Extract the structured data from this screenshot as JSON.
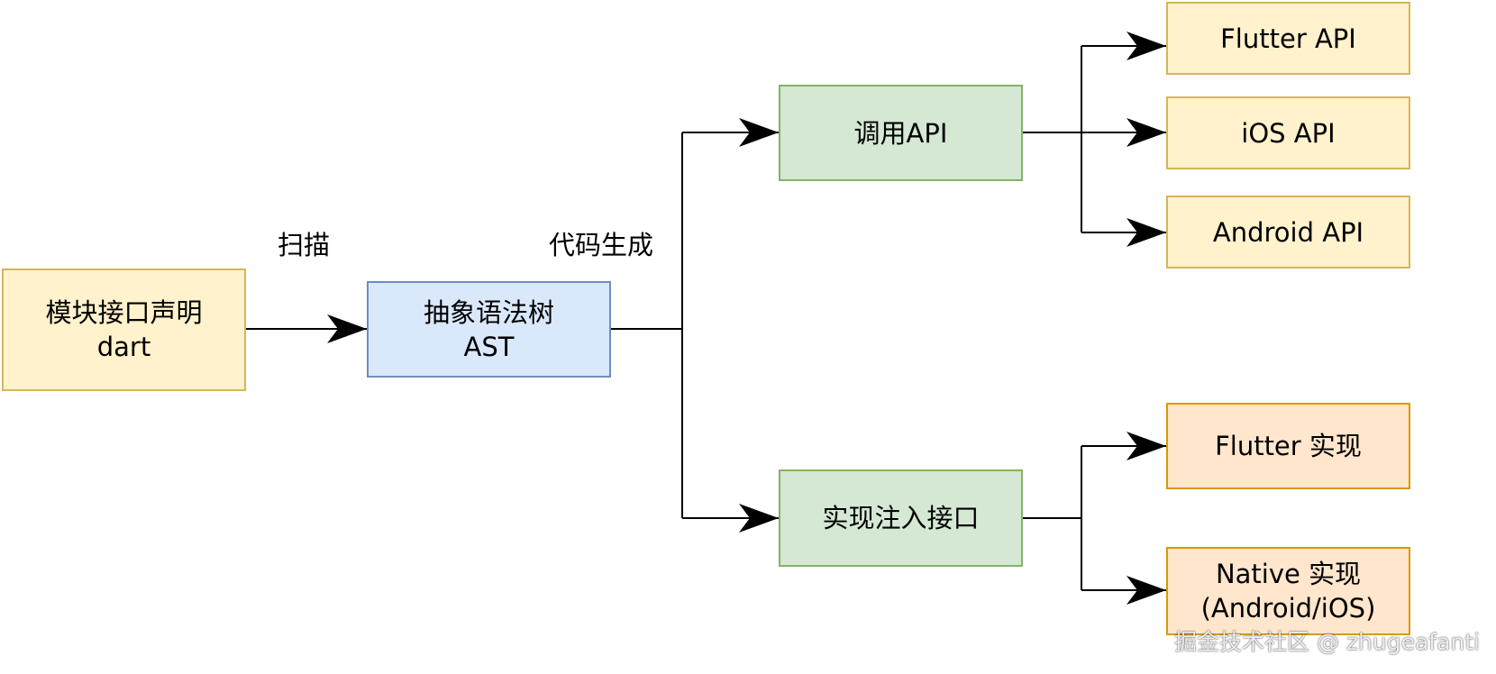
{
  "nodes": {
    "module_decl": {
      "line1": "模块接口声明",
      "line2": "dart"
    },
    "ast": {
      "line1": "抽象语法树",
      "line2": "AST"
    },
    "call_api": {
      "label": "调用API"
    },
    "impl_inject": {
      "label": "实现注入接口"
    },
    "flutter_api": {
      "label": "Flutter API"
    },
    "ios_api": {
      "label": "iOS API"
    },
    "android_api": {
      "label": "Android API"
    },
    "flutter_impl": {
      "label": "Flutter 实现"
    },
    "native_impl": {
      "line1": "Native 实现",
      "line2": "(Android/iOS)"
    }
  },
  "edge_labels": {
    "scan": "扫描",
    "codegen": "代码生成"
  },
  "watermark": "掘金技术社区 @ zhugeafanti",
  "colors": {
    "yellow_fill": "#fff2cc",
    "yellow_stroke": "#d6b656",
    "blue_fill": "#dae8fc",
    "blue_stroke": "#6c8ebf",
    "green_fill": "#d5e8d4",
    "green_stroke": "#82b366",
    "orange_fill": "#ffe6cc",
    "orange_stroke": "#d79b00"
  }
}
